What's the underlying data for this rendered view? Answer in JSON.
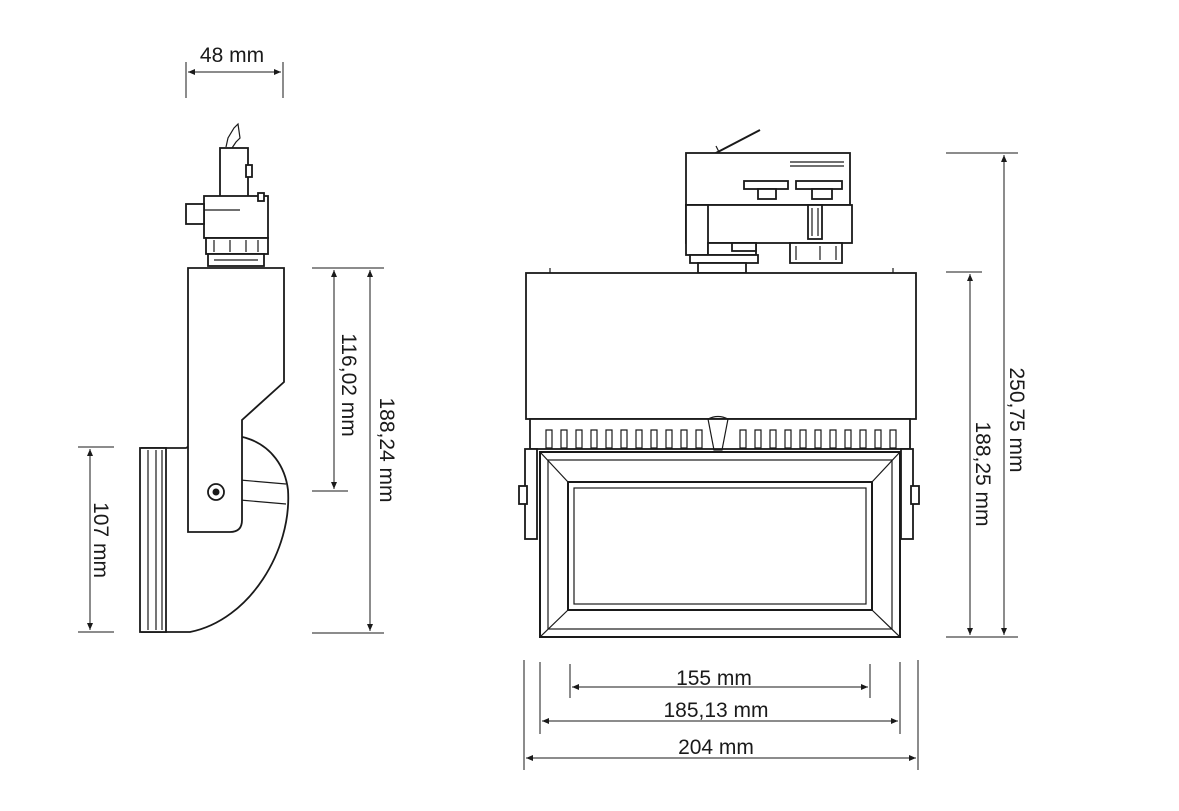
{
  "dimensions": {
    "side_width": "48 mm",
    "side_height_upper": "116,02 mm",
    "side_height_total": "188,24 mm",
    "head_height": "107 mm",
    "front_height_total": "250,75 mm",
    "front_height_body": "188,25 mm",
    "front_width_inner": "155 mm",
    "front_width_frame": "185,13 mm",
    "front_width_total": "204 mm"
  }
}
